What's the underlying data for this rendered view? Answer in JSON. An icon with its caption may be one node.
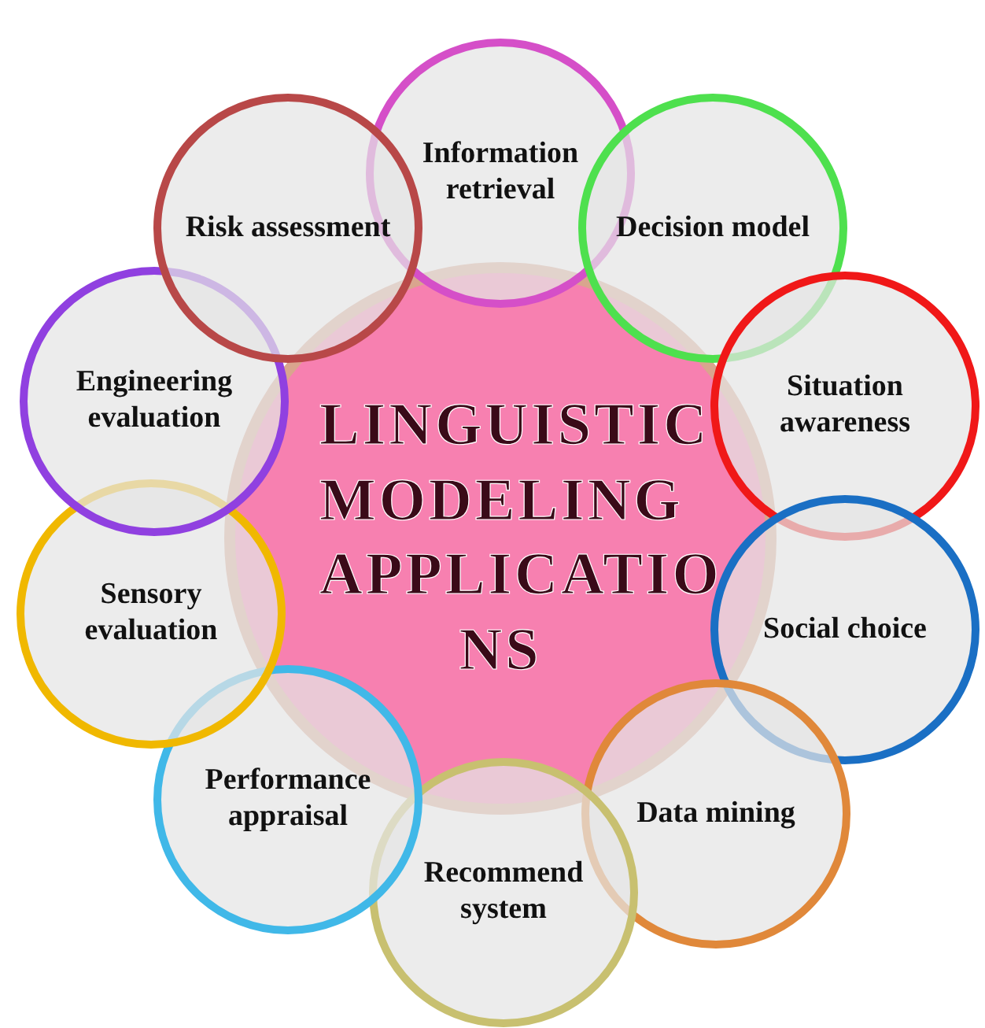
{
  "diagram": {
    "nodes": [
      {
        "text": [
          "LINGUISTIC MODELING APPLICATIO NS"
        ]
      },
      {
        "text": [
          "Information retrieval"
        ]
      },
      {
        "text": [
          "Decision model"
        ]
      },
      {
        "text": [
          "Situation awareness"
        ]
      },
      {
        "text": [
          "Social choice"
        ]
      },
      {
        "text": [
          "Data mining"
        ]
      },
      {
        "text": [
          "Recommend system"
        ]
      },
      {
        "text": [
          "Performance appraisal"
        ]
      },
      {
        "text": [
          "Sensory evaluation"
        ]
      },
      {
        "text": [
          "Engineering evaluation"
        ]
      },
      {
        "text": [
          "Risk assessment"
        ]
      }
    ]
  }
}
